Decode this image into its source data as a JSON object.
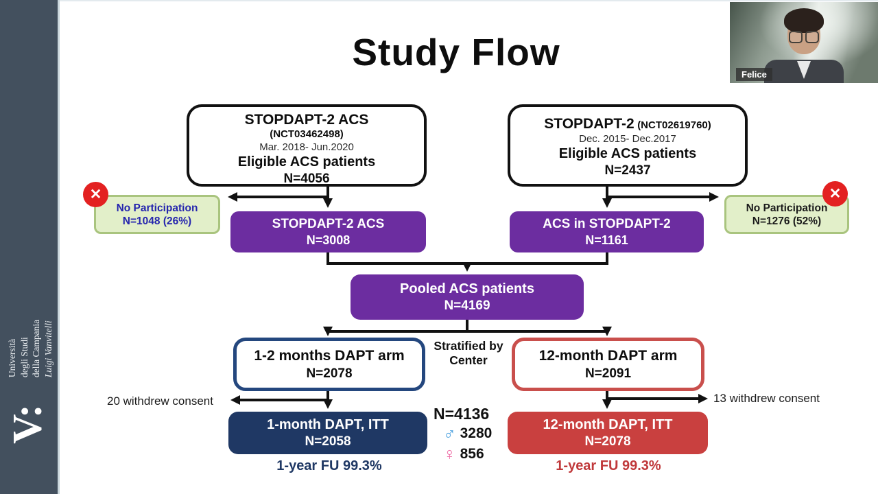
{
  "title": "Study Flow",
  "sidebar": {
    "university": [
      "Università",
      "degli Studi",
      "della Campania",
      "Luigi Vanvitelli"
    ],
    "logo": "V:"
  },
  "webcam": {
    "name": "Felice"
  },
  "icons": {
    "x_mark": "✕",
    "male": "♂",
    "female": "♀"
  },
  "flow": {
    "eligible_left": {
      "title": "STOPDAPT-2 ACS",
      "nct": "(NCT03462498)",
      "dates": "Mar. 2018- Jun.2020",
      "cohort": "Eligible ACS patients",
      "n": "N=4056"
    },
    "eligible_right": {
      "title": "STOPDAPT-2",
      "nct": "(NCT02619760)",
      "dates": "Dec. 2015- Dec.2017",
      "cohort": "Eligible ACS patients",
      "n": "N=2437"
    },
    "no_participation_left": {
      "label": "No Participation",
      "n": "N=1048 (26%)"
    },
    "no_participation_right": {
      "label": "No Participation",
      "n": "N=1276 (52%)"
    },
    "enrolled_left": {
      "label": "STOPDAPT-2 ACS",
      "n": "N=3008"
    },
    "enrolled_right": {
      "label": "ACS in STOPDAPT-2",
      "n": "N=1161"
    },
    "pooled": {
      "label": "Pooled ACS patients",
      "n": "N=4169"
    },
    "stratified": "Stratified by Center",
    "arm_left": {
      "label": "1-2 months DAPT arm",
      "n": "N=2078"
    },
    "arm_right": {
      "label": "12-month DAPT arm",
      "n": "N=2091"
    },
    "withdrew_left": "20 withdrew consent",
    "withdrew_right": "13 withdrew consent",
    "itt_left": {
      "label": "1-month DAPT, ITT",
      "n": "N=2058"
    },
    "itt_right": {
      "label": "12-month DAPT, ITT",
      "n": "N=2078"
    },
    "totals": {
      "n": "N=4136",
      "male": "3280",
      "female": "856"
    },
    "fu_left": "1-year FU 99.3%",
    "fu_right": "1-year FU 99.3%"
  },
  "colors": {
    "purple": "#6C2DA0",
    "navy": "#1F3864",
    "red": "#C9403F",
    "green_bg": "#E2EFC9",
    "green_border": "#A9C47E",
    "blue_text": "#2525AE",
    "male": "#4DA2E0",
    "female": "#EF6FA8",
    "sidebar": "#43505E",
    "x_circle": "#E32121"
  }
}
